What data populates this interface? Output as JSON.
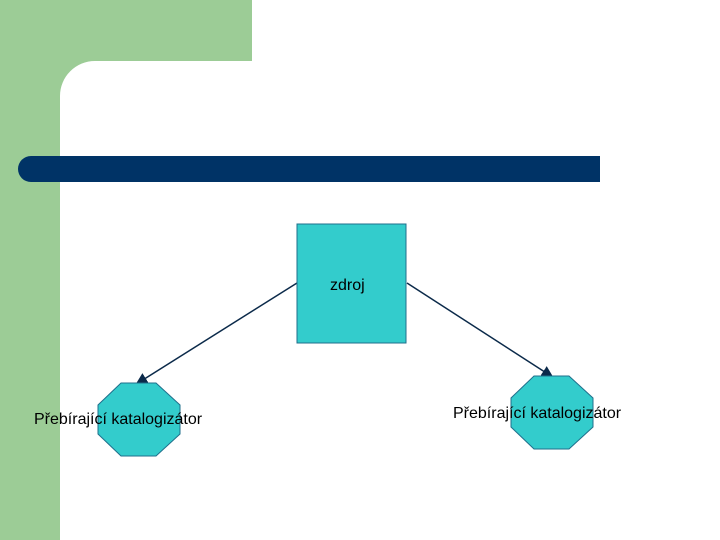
{
  "diagram": {
    "source": {
      "label": "zdroj"
    },
    "targets": [
      {
        "label": "Přebírající katalogizátor"
      },
      {
        "label": "Přebírající katalogizátor"
      }
    ]
  },
  "colors": {
    "sidebar_green": "#9ccc96",
    "title_bar": "#003366",
    "shape_fill": "#33cccc",
    "shape_stroke": "#1f6f8b",
    "connector": "#0b2a4a"
  }
}
